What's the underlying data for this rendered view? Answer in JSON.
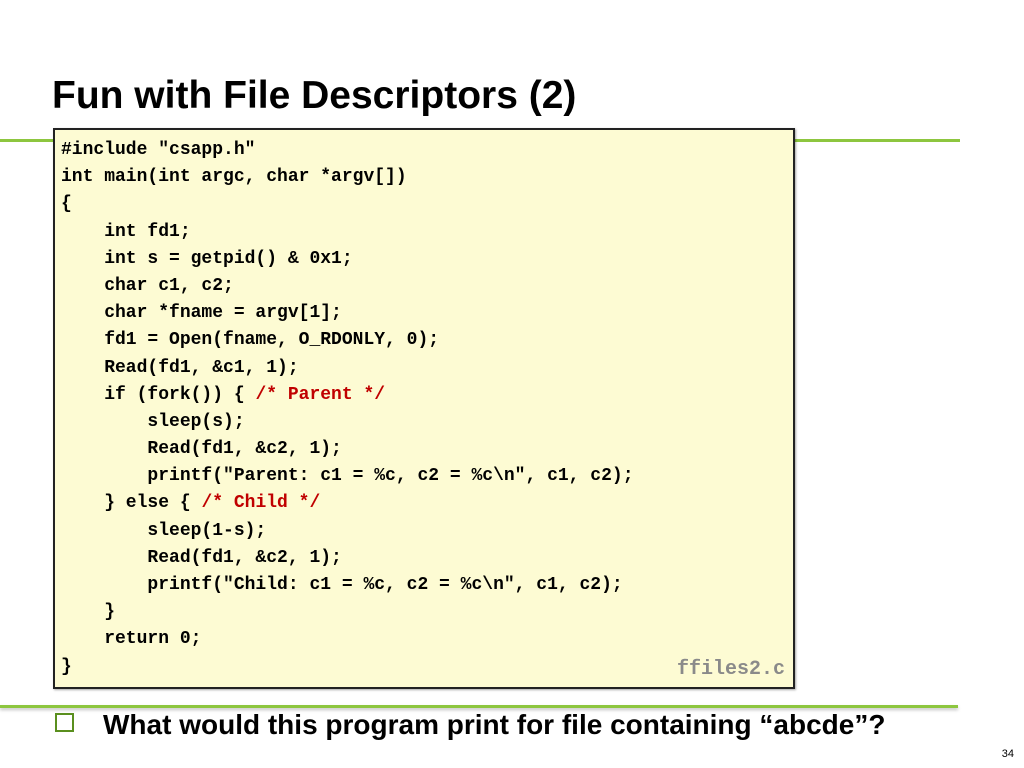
{
  "slide": {
    "title": "Fun with File Descriptors (2)",
    "code_lines": [
      [
        {
          "text": "#include \"csapp.h\""
        }
      ],
      [
        {
          "text": "int main(int argc, char *argv[])"
        }
      ],
      [
        {
          "text": "{"
        }
      ],
      [
        {
          "text": "    int fd1;"
        }
      ],
      [
        {
          "text": "    int s = getpid() & 0x1;"
        }
      ],
      [
        {
          "text": "    char c1, c2;"
        }
      ],
      [
        {
          "text": "    char *fname = argv[1];"
        }
      ],
      [
        {
          "text": "    fd1 = Open(fname, O_RDONLY, 0);"
        }
      ],
      [
        {
          "text": "    Read(fd1, &c1, 1);"
        }
      ],
      [
        {
          "text": "    if (fork()) { "
        },
        {
          "text": "/* Parent */",
          "comment": true
        }
      ],
      [
        {
          "text": "        sleep(s);"
        }
      ],
      [
        {
          "text": "        Read(fd1, &c2, 1);"
        }
      ],
      [
        {
          "text": "        printf(\"Parent: c1 = %c, c2 = %c\\n\", c1, c2);"
        }
      ],
      [
        {
          "text": "    } else { "
        },
        {
          "text": "/* Child */",
          "comment": true
        }
      ],
      [
        {
          "text": "        sleep(1-s);"
        }
      ],
      [
        {
          "text": "        Read(fd1, &c2, 1);"
        }
      ],
      [
        {
          "text": "        printf(\"Child: c1 = %c, c2 = %c\\n\", c1, c2);"
        }
      ],
      [
        {
          "text": "    }"
        }
      ],
      [
        {
          "text": "    return 0;"
        }
      ],
      [
        {
          "text": "}"
        }
      ]
    ],
    "filename": "ffiles2.c",
    "bullet": "What would this program print for file containing “abcde”?",
    "page_number": "34"
  },
  "colors": {
    "accent_green": "#8dc63f",
    "code_background": "#fdfbd3",
    "comment_red": "#c00000",
    "filename_gray": "#8a8a8a"
  },
  "icons": {
    "bullet": "hollow-square-bullet-icon"
  }
}
